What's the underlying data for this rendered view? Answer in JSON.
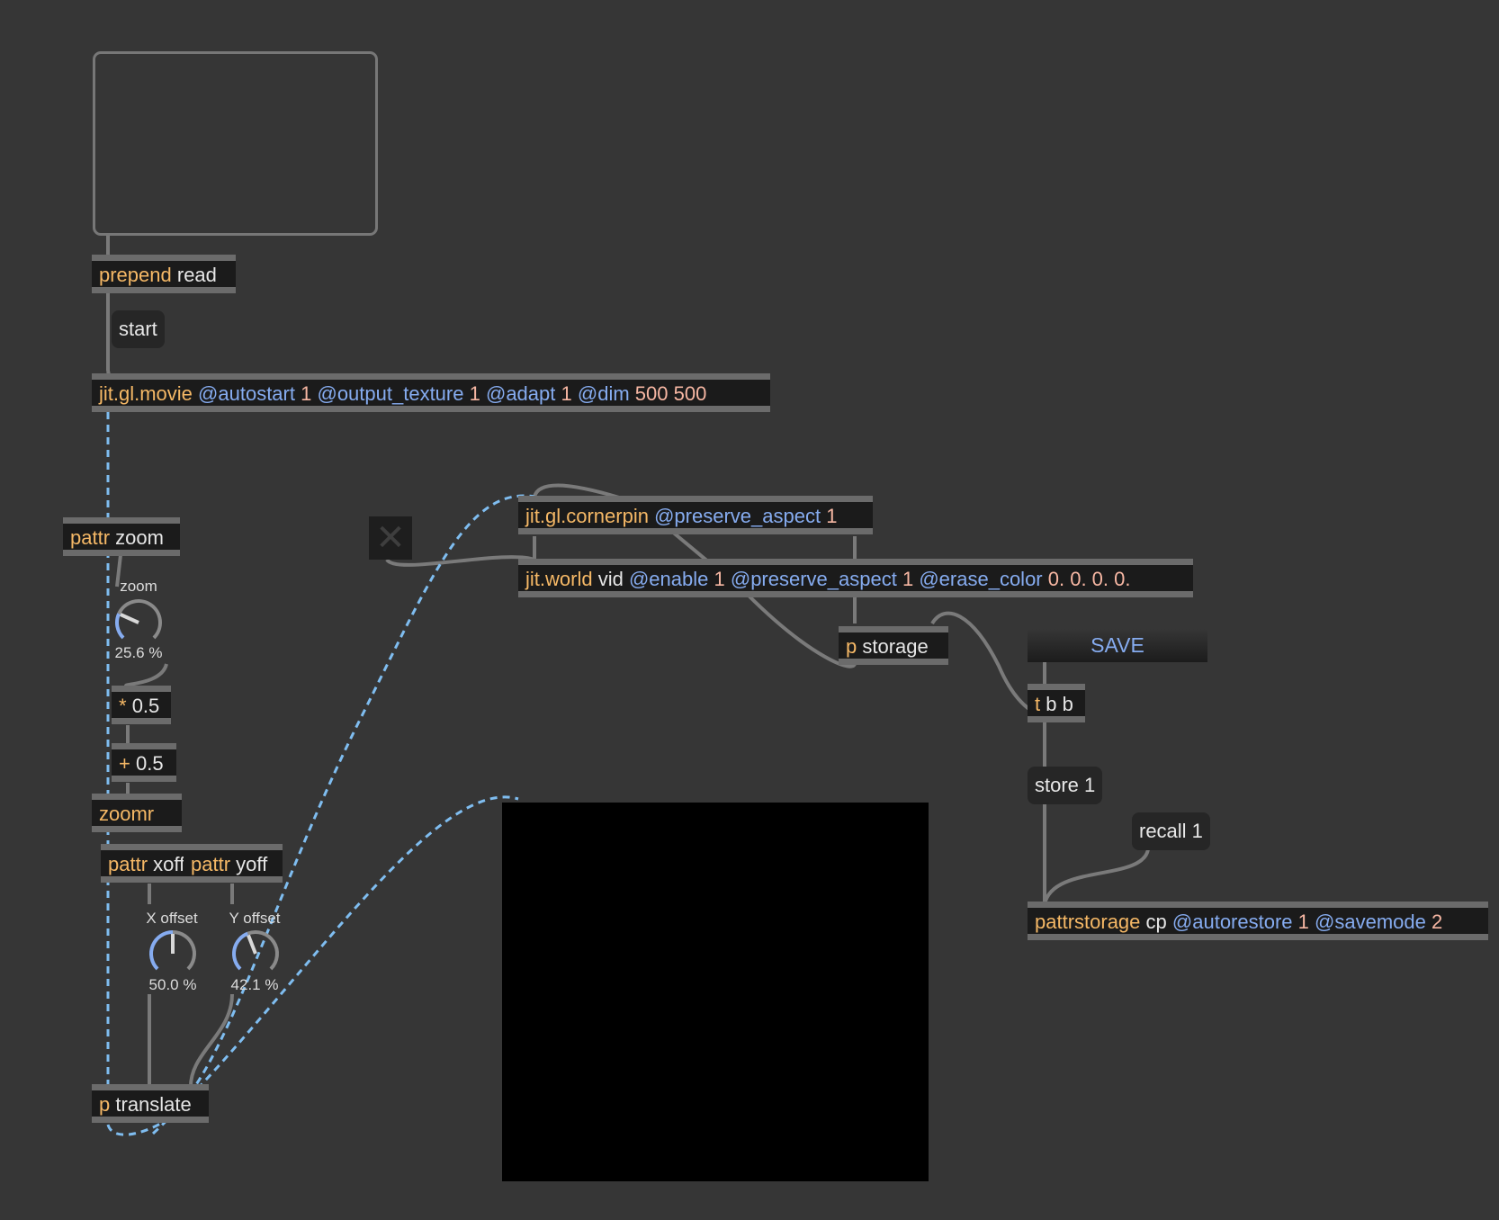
{
  "app": "Max patcher",
  "objects": {
    "prepend": {
      "cls": "prepend",
      "args": "read"
    },
    "movie": {
      "cls": "jit.gl.movie",
      "parts": [
        {
          "t": "attr",
          "v": "@autostart"
        },
        {
          "t": "num",
          "v": "1"
        },
        {
          "t": "attr",
          "v": "@output_texture"
        },
        {
          "t": "num",
          "v": "1"
        },
        {
          "t": "attr",
          "v": "@adapt"
        },
        {
          "t": "num",
          "v": "1"
        },
        {
          "t": "attr",
          "v": "@dim"
        },
        {
          "t": "num",
          "v": "500 500"
        }
      ]
    },
    "pattr_zoom": {
      "cls": "pattr",
      "args": "zoom"
    },
    "mul": {
      "cls": "*",
      "args": "0.5"
    },
    "add": {
      "cls": "+",
      "args": "0.5"
    },
    "zoomr": {
      "cls": "zoomr"
    },
    "pattr_xoff": {
      "cls": "pattr",
      "args": "xoff"
    },
    "pattr_yoff": {
      "cls": "pattr",
      "args": "yoff"
    },
    "translate": {
      "cls": "p",
      "args": "translate"
    },
    "cornerpin": {
      "cls": "jit.gl.cornerpin",
      "attr": "@preserve_aspect",
      "num": "1"
    },
    "world": {
      "cls": "jit.world",
      "args": "vid",
      "parts": [
        {
          "t": "attr",
          "v": "@enable"
        },
        {
          "t": "num",
          "v": "1"
        },
        {
          "t": "attr",
          "v": "@preserve_aspect"
        },
        {
          "t": "num",
          "v": "1"
        },
        {
          "t": "attr",
          "v": "@erase_color"
        },
        {
          "t": "num",
          "v": "0. 0. 0. 0."
        }
      ]
    },
    "storage": {
      "cls": "p",
      "args": "storage"
    },
    "trigger": {
      "cls": "t",
      "args": "b b"
    },
    "pattrstorage": {
      "cls": "pattrstorage",
      "args": "cp",
      "parts": [
        {
          "t": "attr",
          "v": "@autorestore"
        },
        {
          "t": "num",
          "v": "1"
        },
        {
          "t": "attr",
          "v": "@savemode"
        },
        {
          "t": "num",
          "v": "2"
        }
      ]
    }
  },
  "messages": {
    "start": "start",
    "store": "store 1",
    "recall": "recall 1"
  },
  "save_button": "SAVE",
  "dials": {
    "zoom": {
      "label": "zoom",
      "value_text": "25.6 %",
      "value": 0.256
    },
    "xoff": {
      "label": "X offset",
      "value_text": "50.0 %",
      "value": 0.5
    },
    "yoff": {
      "label": "Y offset",
      "value_text": "42.1 %",
      "value": 0.421
    }
  },
  "colors": {
    "background": "#363636",
    "class": "#f5b866",
    "attribute": "#86acf0",
    "number": "#f7b7a3",
    "signal_cord": "#7fbdf0"
  }
}
